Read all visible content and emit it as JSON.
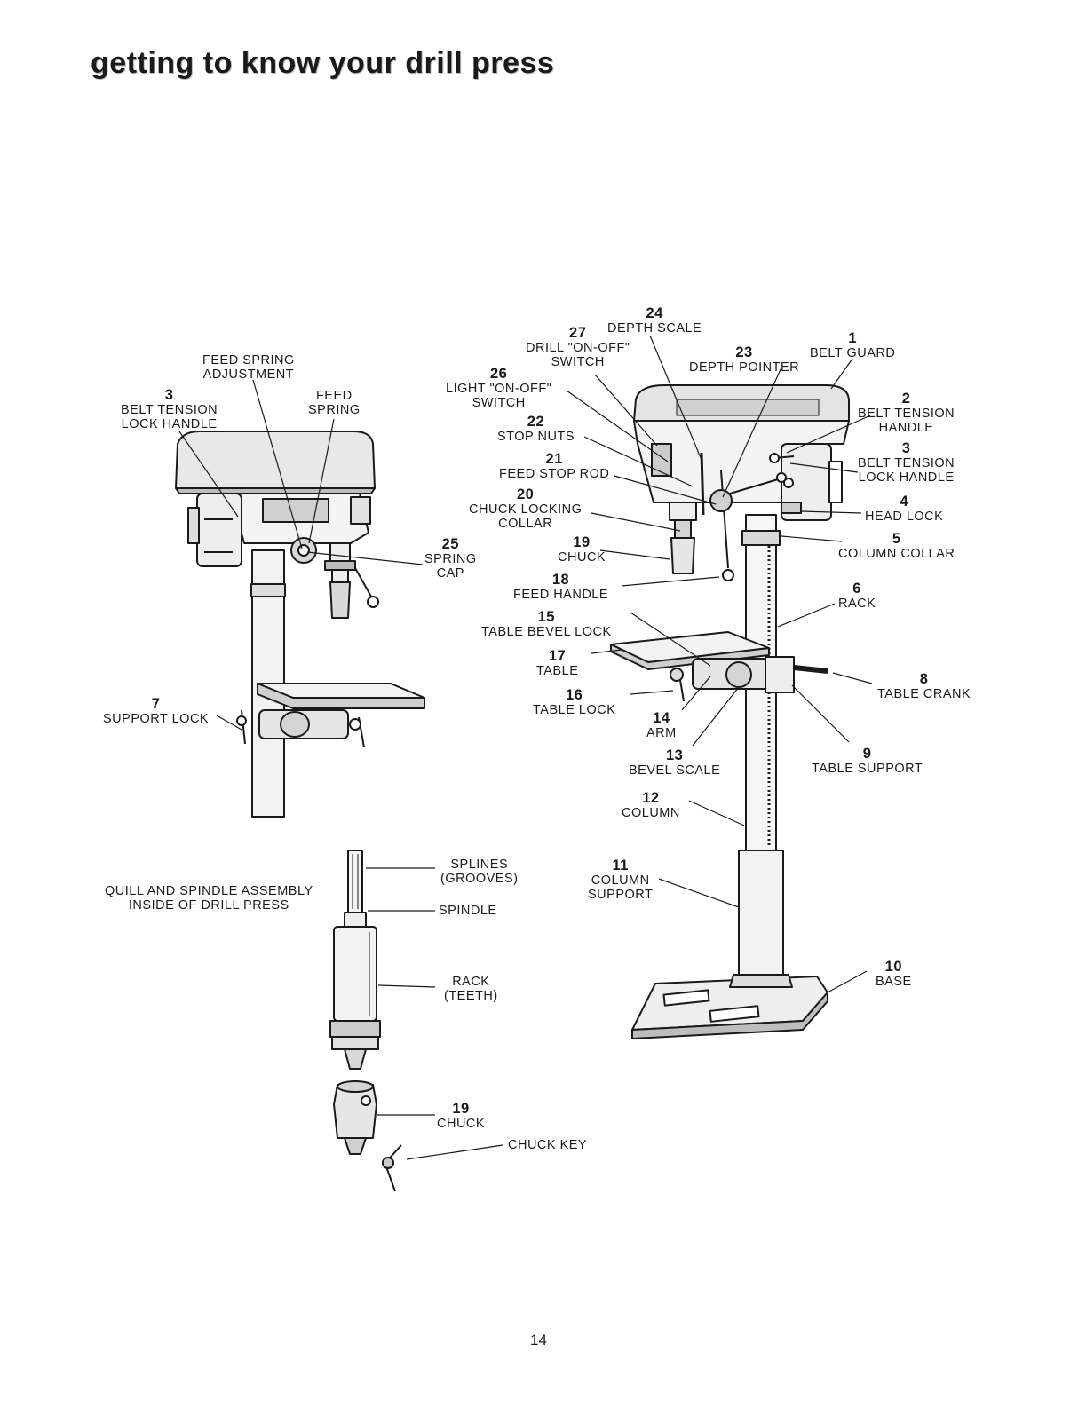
{
  "title": "getting to know your drill press",
  "page_number": "14",
  "callouts": {
    "feed_spring_adjustment": {
      "num": "",
      "lines": [
        "FEED SPRING",
        "ADJUSTMENT"
      ]
    },
    "feed_spring": {
      "num": "",
      "lines": [
        "FEED",
        "SPRING"
      ]
    },
    "belt_tension_lock_left": {
      "num": "3",
      "lines": [
        "BELT TENSION",
        "LOCK HANDLE"
      ]
    },
    "spring_cap": {
      "num": "25",
      "lines": [
        "SPRING",
        "CAP"
      ]
    },
    "support_lock": {
      "num": "7",
      "lines": [
        "SUPPORT LOCK"
      ]
    },
    "quill_assembly": {
      "num": "",
      "lines": [
        "QUILL AND SPINDLE ASSEMBLY",
        "INSIDE OF DRILL PRESS"
      ]
    },
    "splines": {
      "num": "",
      "lines": [
        "SPLINES",
        "(GROOVES)"
      ]
    },
    "spindle": {
      "num": "",
      "lines": [
        "SPINDLE"
      ]
    },
    "rack_teeth": {
      "num": "",
      "lines": [
        "RACK",
        "(TEETH)"
      ]
    },
    "chuck_left": {
      "num": "19",
      "lines": [
        "CHUCK"
      ]
    },
    "chuck_key": {
      "num": "",
      "lines": [
        "CHUCK KEY"
      ]
    },
    "depth_scale": {
      "num": "24",
      "lines": [
        "DEPTH SCALE"
      ]
    },
    "drill_switch": {
      "num": "27",
      "lines": [
        "DRILL \"ON-OFF\"",
        "SWITCH"
      ]
    },
    "depth_pointer": {
      "num": "23",
      "lines": [
        "DEPTH POINTER"
      ]
    },
    "belt_guard": {
      "num": "1",
      "lines": [
        "BELT GUARD"
      ]
    },
    "light_switch": {
      "num": "26",
      "lines": [
        "LIGHT \"ON-OFF\"",
        "SWITCH"
      ]
    },
    "belt_tension_handle": {
      "num": "2",
      "lines": [
        "BELT TENSION",
        "HANDLE"
      ]
    },
    "stop_nuts": {
      "num": "22",
      "lines": [
        "STOP NUTS"
      ]
    },
    "belt_tension_lock_right": {
      "num": "3",
      "lines": [
        "BELT TENSION",
        "LOCK HANDLE"
      ]
    },
    "feed_stop_rod": {
      "num": "21",
      "lines": [
        "FEED STOP ROD"
      ]
    },
    "head_lock": {
      "num": "4",
      "lines": [
        "HEAD LOCK"
      ]
    },
    "chuck_locking_collar": {
      "num": "20",
      "lines": [
        "CHUCK LOCKING",
        "COLLAR"
      ]
    },
    "column_collar": {
      "num": "5",
      "lines": [
        "COLUMN COLLAR"
      ]
    },
    "chuck_right": {
      "num": "19",
      "lines": [
        "CHUCK"
      ]
    },
    "feed_handle": {
      "num": "18",
      "lines": [
        "FEED HANDLE"
      ]
    },
    "rack": {
      "num": "6",
      "lines": [
        "RACK"
      ]
    },
    "table_bevel_lock": {
      "num": "15",
      "lines": [
        "TABLE BEVEL LOCK"
      ]
    },
    "table": {
      "num": "17",
      "lines": [
        "TABLE"
      ]
    },
    "table_crank": {
      "num": "8",
      "lines": [
        "TABLE CRANK"
      ]
    },
    "table_lock": {
      "num": "16",
      "lines": [
        "TABLE LOCK"
      ]
    },
    "arm": {
      "num": "14",
      "lines": [
        "ARM"
      ]
    },
    "bevel_scale": {
      "num": "13",
      "lines": [
        "BEVEL SCALE"
      ]
    },
    "table_support": {
      "num": "9",
      "lines": [
        "TABLE SUPPORT"
      ]
    },
    "column": {
      "num": "12",
      "lines": [
        "COLUMN"
      ]
    },
    "column_support": {
      "num": "11",
      "lines": [
        "COLUMN",
        "SUPPORT"
      ]
    },
    "base": {
      "num": "10",
      "lines": [
        "BASE"
      ]
    }
  }
}
